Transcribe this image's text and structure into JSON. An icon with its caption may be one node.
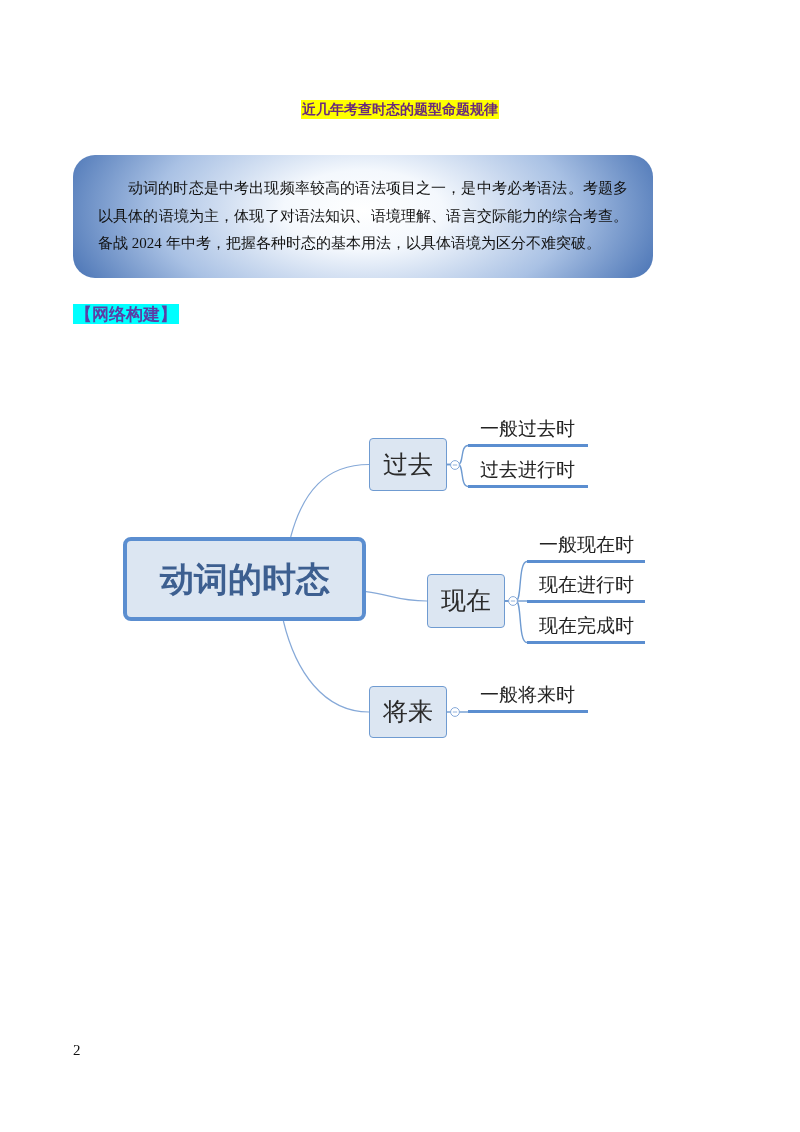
{
  "diagram": {
    "title": "近几年考查时态的题型命题规律",
    "nodes": [
      {
        "text": [
          "动词的时态是中考出现频率较高的语法项目之一，是中考必考语法。考题多以具体的语境为主，体现了对语法知识、语境理解、语言交际能力的综合考查。备战 2024 年中考，把握各种时态的基本用法，以具体语境为区分不难突破。"
        ]
      },
      {
        "text": [
          "动词的时态"
        ]
      },
      {
        "text": [
          "过去"
        ]
      },
      {
        "text": [
          "一般过去时"
        ]
      },
      {
        "text": [
          "过去进行时"
        ]
      },
      {
        "text": [
          "现在"
        ]
      },
      {
        "text": [
          "一般现在时"
        ]
      },
      {
        "text": [
          "现在进行时"
        ]
      },
      {
        "text": [
          "现在完成时"
        ]
      },
      {
        "text": [
          "将来"
        ]
      },
      {
        "text": [
          "一般将来时"
        ]
      }
    ],
    "edges": [
      {
        "from": 1,
        "to": 2,
        "arrow": "none"
      },
      {
        "from": 1,
        "to": 5,
        "arrow": "none"
      },
      {
        "from": 1,
        "to": 9,
        "arrow": "none"
      },
      {
        "from": 2,
        "to": 3,
        "arrow": "none"
      },
      {
        "from": 2,
        "to": 4,
        "arrow": "none"
      },
      {
        "from": 5,
        "to": 6,
        "arrow": "none"
      },
      {
        "from": 5,
        "to": 7,
        "arrow": "none"
      },
      {
        "from": 5,
        "to": 8,
        "arrow": "none"
      },
      {
        "from": 9,
        "to": 10,
        "arrow": "none"
      }
    ],
    "labels": [
      "【网络构建】",
      "2"
    ]
  }
}
